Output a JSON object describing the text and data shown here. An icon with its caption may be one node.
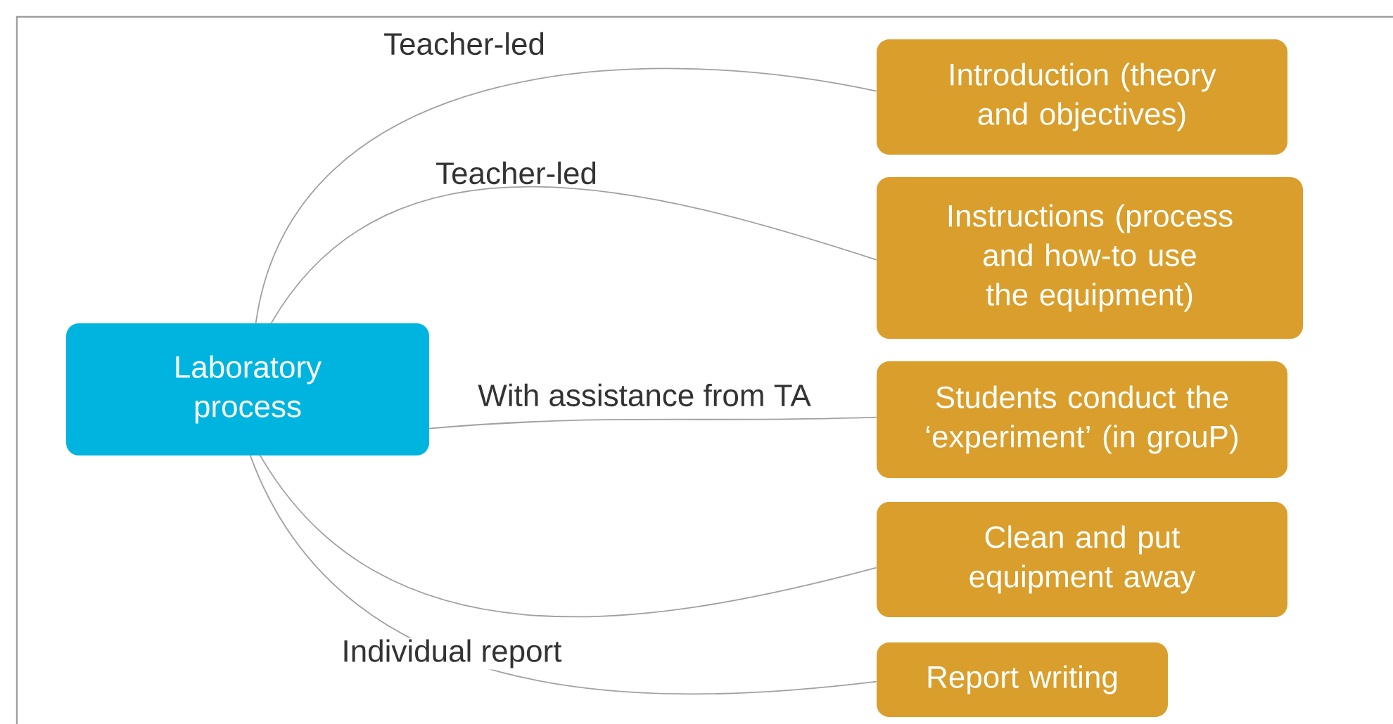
{
  "diagram": {
    "nodes": [
      {
        "text": [
          "Laboratory process"
        ]
      },
      {
        "text": [
          "Introduction (theory and objectives)"
        ]
      },
      {
        "text": [
          "Instructions (process and how-to use the equipment)"
        ]
      },
      {
        "text": [
          "Students conduct the ‘experiment’ (in grouP)"
        ]
      },
      {
        "text": [
          "Clean and put equipment away"
        ]
      },
      {
        "text": [
          "Report writing"
        ]
      }
    ],
    "edges": [
      {
        "from": 0,
        "to": 1,
        "arrow": "none",
        "label": "Teacher-led"
      },
      {
        "from": 0,
        "to": 2,
        "arrow": "none",
        "label": "Teacher-led"
      },
      {
        "from": 0,
        "to": 3,
        "arrow": "none",
        "label": "With assistance from TA"
      },
      {
        "from": 0,
        "to": 4,
        "arrow": "none"
      },
      {
        "from": 0,
        "to": 5,
        "arrow": "none",
        "label": "Individual report"
      }
    ]
  }
}
